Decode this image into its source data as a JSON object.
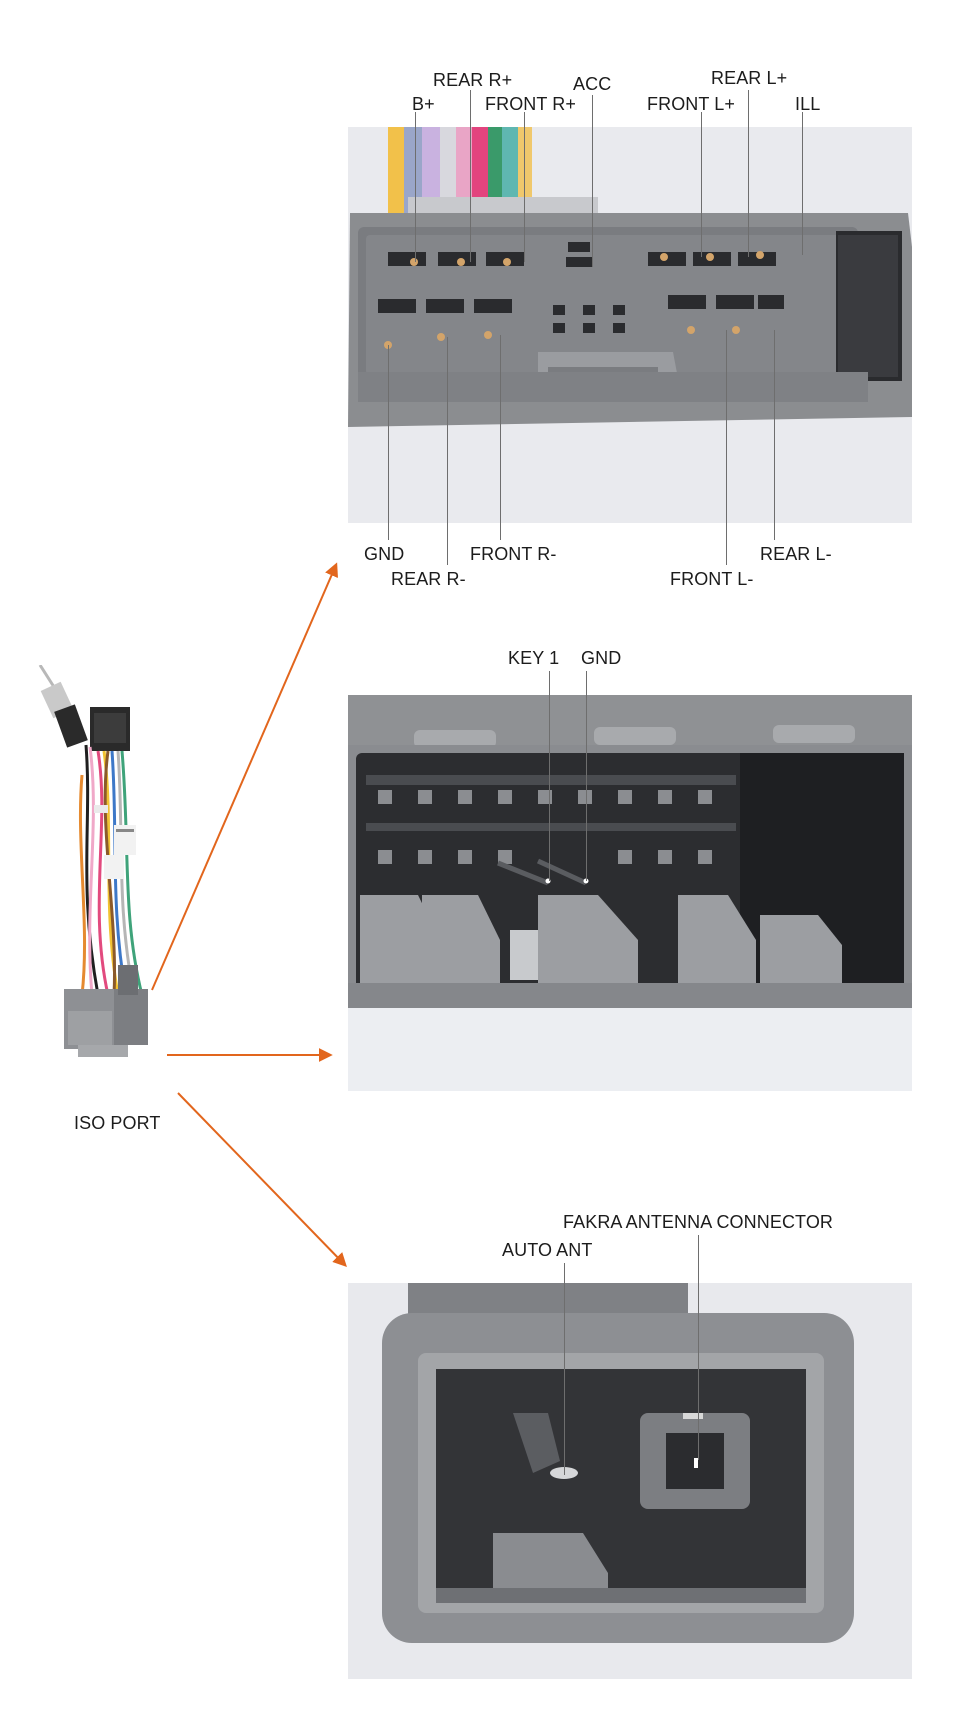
{
  "top_connector": {
    "pins_upper": [
      "B+",
      "REAR R+",
      "FRONT R+",
      "ACC",
      "FRONT L+",
      "REAR L+",
      "ILL"
    ],
    "pins_lower": [
      "GND",
      "REAR R-",
      "FRONT R-",
      "FRONT L-",
      "REAR L-"
    ]
  },
  "middle_connector": {
    "pins": [
      "KEY 1",
      "GND"
    ]
  },
  "bottom_connector": {
    "pins": [
      "AUTO ANT",
      "FAKRA ANTENNA CONNECTOR"
    ]
  },
  "harness": {
    "label": "ISO PORT"
  },
  "colors": {
    "arrow": "#e2661d",
    "housing": "#8b8d90",
    "housing_dark": "#6f7175",
    "cavity": "#2a2b2e",
    "leader": "#6e6e6e"
  }
}
